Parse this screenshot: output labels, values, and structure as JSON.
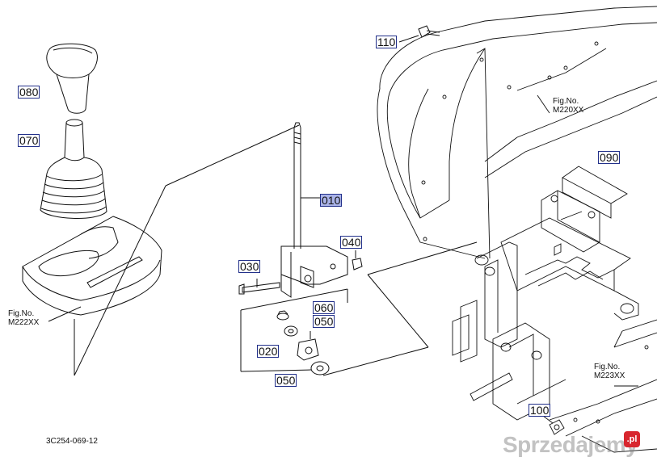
{
  "parts": {
    "p110": "110",
    "p080": "080",
    "p070": "070",
    "p010": "010",
    "p040": "040",
    "p030": "030",
    "p060": "060",
    "p050a": "050",
    "p020": "020",
    "p050b": "050",
    "p090": "090",
    "p100": "100"
  },
  "figrefs": {
    "m220": {
      "l1": "Fig.No.",
      "l2": "M220XX"
    },
    "m222": {
      "l1": "Fig.No.",
      "l2": "M222XX"
    },
    "m223": {
      "l1": "Fig.No.",
      "l2": "M223XX"
    }
  },
  "drawing_code": "3C254-069-12",
  "watermark": {
    "text": "Sprzedajemy",
    "badge": ".pl"
  },
  "colors": {
    "label_border": "#22308a",
    "highlight": "#aab3e8",
    "line": "#111111"
  }
}
